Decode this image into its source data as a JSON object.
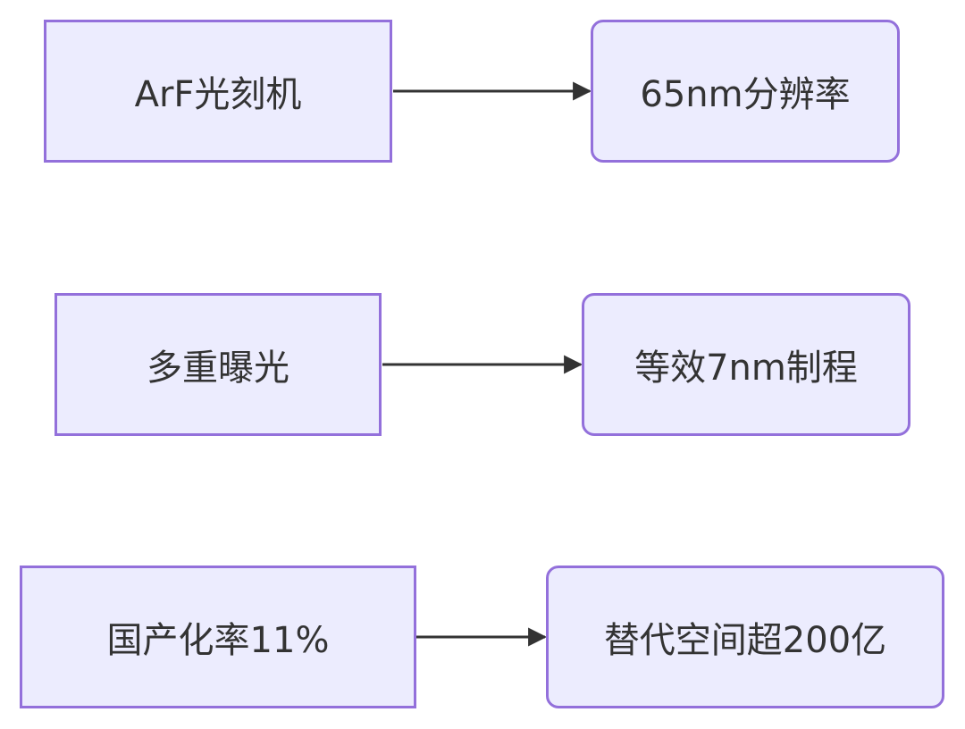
{
  "flowchart": {
    "rows": [
      {
        "source": "ArF光刻机",
        "target": "65nm分辨率"
      },
      {
        "source": "多重曝光",
        "target": "等效7nm制程"
      },
      {
        "source": "国产化率11%",
        "target": "替代空间超200亿"
      }
    ]
  },
  "colors": {
    "node_fill": "#ececfe",
    "node_border": "#9370db",
    "edge": "#333333",
    "text": "#333333"
  }
}
